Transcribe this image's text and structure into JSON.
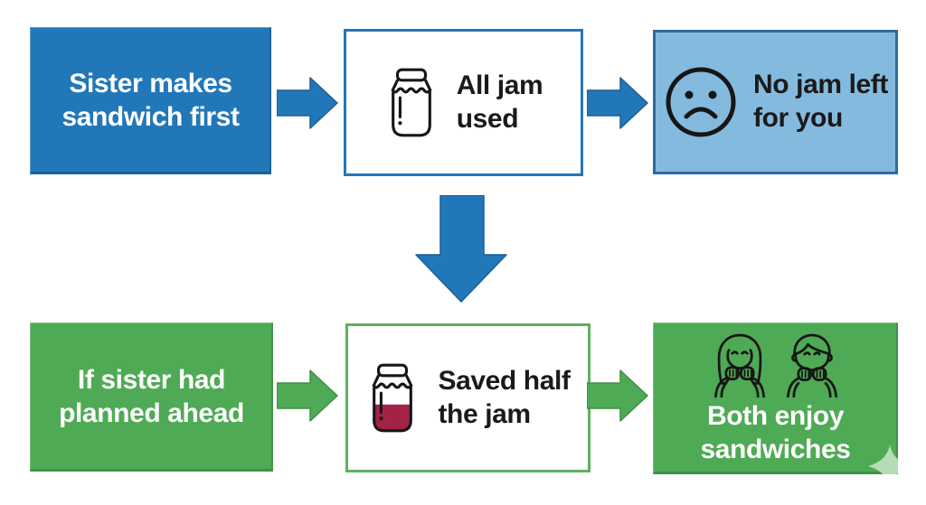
{
  "diagram": {
    "background": "#ffffff",
    "top_row": {
      "cause": {
        "label": "Sister makes\nsandwich first"
      },
      "event": {
        "label": "All jam\nused",
        "icon": "empty-jam-jar"
      },
      "outcome": {
        "label": "No jam left\nfor you",
        "icon": "sad-face"
      }
    },
    "bottom_row": {
      "cause": {
        "label": "If sister had\nplanned ahead"
      },
      "event": {
        "label": "Saved half\nthe jam",
        "icon": "half-full-jam-jar"
      },
      "outcome": {
        "label": "Both enjoy\nsandwiches",
        "icons": [
          "woman-eating-sandwich",
          "man-eating-sandwich"
        ]
      }
    },
    "colors": {
      "blue": "#2277b8",
      "blue_dark": "#1c5f95",
      "light_blue": "#84bade",
      "light_blue_border": "#2b6ba4",
      "green": "#4faa55",
      "green_dark": "#3f8f46",
      "green_border": "#5cb160",
      "jam_red": "#a32347",
      "icon_stroke": "#161616",
      "sparkle": "#b6dcb7"
    }
  }
}
